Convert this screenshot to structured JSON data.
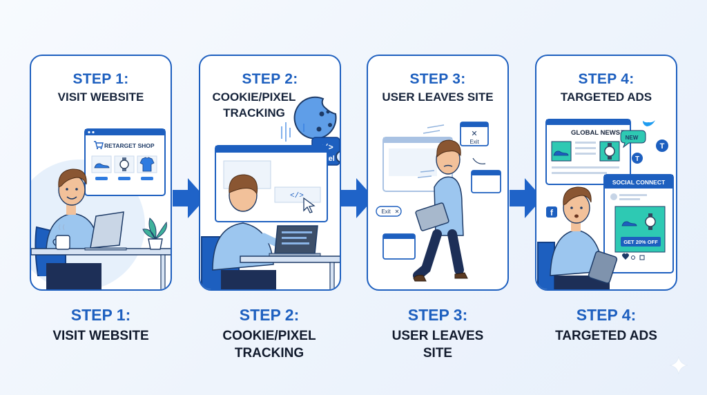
{
  "steps": [
    {
      "step": "STEP 1:",
      "title": "VISIT WEBSITE",
      "caption_step": "STEP 1:",
      "caption_title": "VISIT WEBSITE",
      "shop_label": "RETARGET SHOP",
      "icons": [
        "cart-icon",
        "shoe-icon",
        "watch-icon",
        "shirt-icon",
        "laptop-icon",
        "coffee-mug-icon",
        "plant-icon"
      ]
    },
    {
      "step": "STEP 2:",
      "title": "COOKIE/PIXEL TRACKING",
      "caption_step": "STEP 2:",
      "caption_title": "COOKIE/PIXEL TRACKING",
      "code_label": "</>",
      "pixel_label": "Pixel",
      "icons": [
        "cookie-icon",
        "code-icon",
        "magnifier-icon",
        "cursor-icon",
        "laptop-icon"
      ]
    },
    {
      "step": "STEP 3:",
      "title": "USER LEAVES SITE",
      "caption_step": "STEP 3:",
      "caption_title": "USER LEAVES SITE",
      "exit_label": "Exit",
      "exit_label_2": "Exit",
      "icons": [
        "close-icon",
        "laptop-icon",
        "arrow-icon"
      ]
    },
    {
      "step": "STEP 4:",
      "title": "TARGETED ADS",
      "caption_step": "STEP 4:",
      "caption_title": "TARGETED ADS",
      "news_label": "GLOBAL NEWS",
      "new_badge": "NEW",
      "social_label": "SOCIAL CONNECT",
      "offer_label": "GET 20% OFF",
      "icons": [
        "twitter-icon",
        "facebook-icon",
        "t-icon",
        "shoe-icon",
        "watch-icon",
        "tablet-icon",
        "heart-icon"
      ]
    }
  ],
  "colors": {
    "accent": "#1d5fbf",
    "accent_light": "#2e7be0",
    "skin": "#f2c19a",
    "hair": "#8a5632",
    "shirt": "#9cc6ef",
    "pants": "#1d2f57",
    "teal": "#2ec9b3"
  }
}
